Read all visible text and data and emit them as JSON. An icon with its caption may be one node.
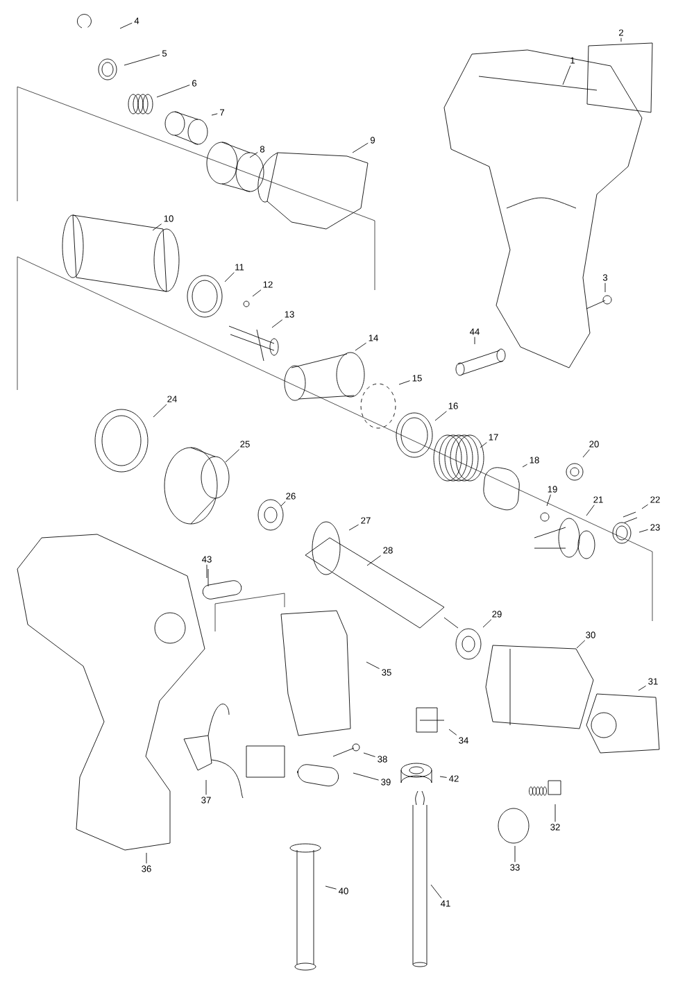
{
  "diagram": {
    "nodes": [
      {
        "text": [
          "1"
        ]
      },
      {
        "text": [
          "2"
        ]
      },
      {
        "text": [
          "3"
        ]
      },
      {
        "text": [
          "4"
        ]
      },
      {
        "text": [
          "5"
        ]
      },
      {
        "text": [
          "6"
        ]
      },
      {
        "text": [
          "7"
        ]
      },
      {
        "text": [
          "8"
        ]
      },
      {
        "text": [
          "9"
        ]
      },
      {
        "text": [
          "10"
        ]
      },
      {
        "text": [
          "11"
        ]
      },
      {
        "text": [
          "12"
        ]
      },
      {
        "text": [
          "13"
        ]
      },
      {
        "text": [
          "14"
        ]
      },
      {
        "text": [
          "15"
        ]
      },
      {
        "text": [
          "16"
        ]
      },
      {
        "text": [
          "17"
        ]
      },
      {
        "text": [
          "18"
        ]
      },
      {
        "text": [
          "19"
        ]
      },
      {
        "text": [
          "20"
        ]
      },
      {
        "text": [
          "21"
        ]
      },
      {
        "text": [
          "22"
        ]
      },
      {
        "text": [
          "23"
        ]
      },
      {
        "text": [
          "24"
        ]
      },
      {
        "text": [
          "25"
        ]
      },
      {
        "text": [
          "26"
        ]
      },
      {
        "text": [
          "27"
        ]
      },
      {
        "text": [
          "28"
        ]
      },
      {
        "text": [
          "29"
        ]
      },
      {
        "text": [
          "30"
        ]
      },
      {
        "text": [
          "31"
        ]
      },
      {
        "text": [
          "32"
        ]
      },
      {
        "text": [
          "33"
        ]
      },
      {
        "text": [
          "34"
        ]
      },
      {
        "text": [
          "35"
        ]
      },
      {
        "text": [
          "36"
        ]
      },
      {
        "text": [
          "37"
        ]
      },
      {
        "text": [
          "38"
        ]
      },
      {
        "text": [
          "39"
        ]
      },
      {
        "text": [
          "40"
        ]
      },
      {
        "text": [
          "41"
        ]
      },
      {
        "text": [
          "42"
        ]
      },
      {
        "text": [
          "43"
        ]
      },
      {
        "text": [
          "44"
        ]
      }
    ],
    "edges": [
      {
        "from": 0,
        "to": null,
        "arrow": "none"
      },
      {
        "from": 1,
        "to": null,
        "arrow": "none"
      },
      {
        "from": 2,
        "to": null,
        "arrow": "none"
      },
      {
        "from": 3,
        "to": null,
        "arrow": "none"
      },
      {
        "from": 4,
        "to": null,
        "arrow": "none"
      },
      {
        "from": 5,
        "to": null,
        "arrow": "none"
      },
      {
        "from": 6,
        "to": null,
        "arrow": "none"
      },
      {
        "from": 7,
        "to": null,
        "arrow": "none"
      },
      {
        "from": 8,
        "to": null,
        "arrow": "none"
      },
      {
        "from": 9,
        "to": null,
        "arrow": "none"
      },
      {
        "from": 10,
        "to": null,
        "arrow": "none"
      },
      {
        "from": 11,
        "to": null,
        "arrow": "none"
      },
      {
        "from": 12,
        "to": null,
        "arrow": "none"
      },
      {
        "from": 13,
        "to": null,
        "arrow": "none"
      },
      {
        "from": 14,
        "to": null,
        "arrow": "none"
      },
      {
        "from": 15,
        "to": null,
        "arrow": "none"
      },
      {
        "from": 16,
        "to": null,
        "arrow": "none"
      },
      {
        "from": 17,
        "to": null,
        "arrow": "none"
      },
      {
        "from": 18,
        "to": null,
        "arrow": "none"
      },
      {
        "from": 19,
        "to": null,
        "arrow": "none"
      },
      {
        "from": 20,
        "to": null,
        "arrow": "none"
      },
      {
        "from": 21,
        "to": null,
        "arrow": "none"
      },
      {
        "from": 22,
        "to": null,
        "arrow": "none"
      },
      {
        "from": 23,
        "to": null,
        "arrow": "none"
      },
      {
        "from": 24,
        "to": null,
        "arrow": "none"
      },
      {
        "from": 25,
        "to": null,
        "arrow": "none"
      },
      {
        "from": 26,
        "to": null,
        "arrow": "none"
      },
      {
        "from": 27,
        "to": null,
        "arrow": "none"
      },
      {
        "from": 28,
        "to": null,
        "arrow": "none"
      },
      {
        "from": 29,
        "to": null,
        "arrow": "none"
      },
      {
        "from": 30,
        "to": null,
        "arrow": "none"
      },
      {
        "from": 31,
        "to": null,
        "arrow": "none"
      },
      {
        "from": 32,
        "to": null,
        "arrow": "none"
      },
      {
        "from": 33,
        "to": null,
        "arrow": "none"
      },
      {
        "from": 34,
        "to": null,
        "arrow": "none"
      },
      {
        "from": 35,
        "to": null,
        "arrow": "none"
      },
      {
        "from": 36,
        "to": null,
        "arrow": "none"
      },
      {
        "from": 37,
        "to": null,
        "arrow": "none"
      },
      {
        "from": 38,
        "to": null,
        "arrow": "none"
      },
      {
        "from": 39,
        "to": null,
        "arrow": "none"
      },
      {
        "from": 40,
        "to": null,
        "arrow": "none"
      },
      {
        "from": 41,
        "to": null,
        "arrow": "none"
      },
      {
        "from": 42,
        "to": null,
        "arrow": "none"
      },
      {
        "from": 43,
        "to": null,
        "arrow": "none"
      }
    ]
  }
}
